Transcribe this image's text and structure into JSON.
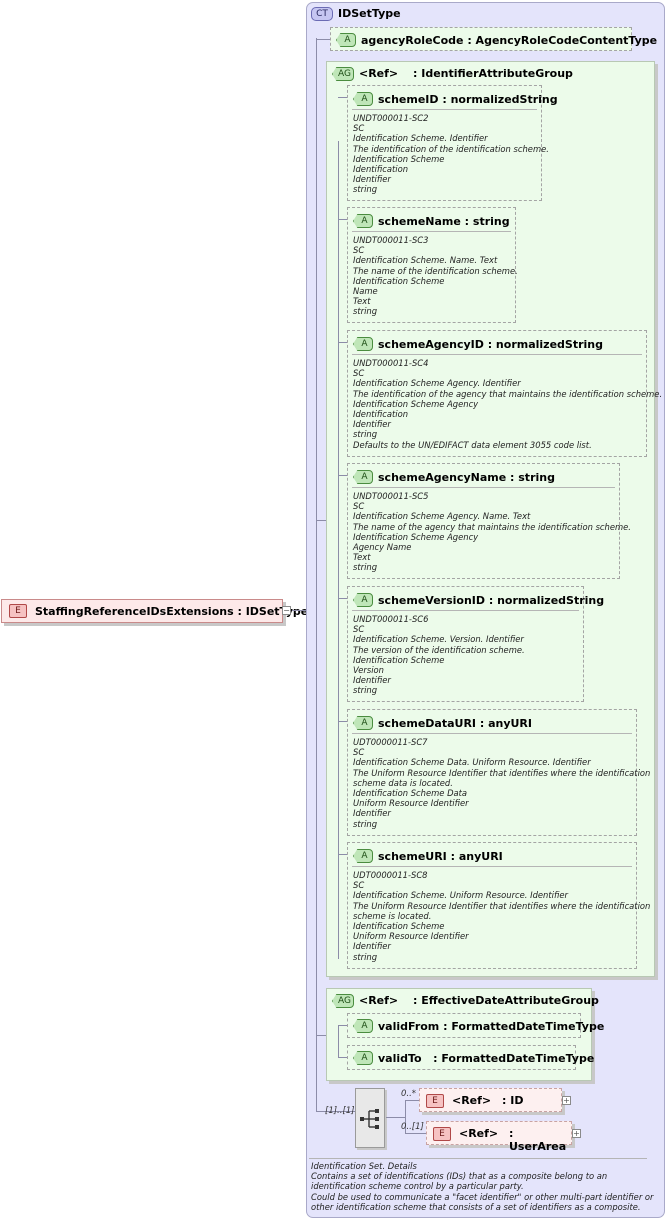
{
  "root_element": {
    "badge": "E",
    "label": "StaffingReferenceIDsExtensions : IDSetType",
    "toggle": "−"
  },
  "complex_type": {
    "badge": "CT",
    "name": "IDSetType"
  },
  "agency_role_code": {
    "badge": "A",
    "label": "agencyRoleCode : AgencyRoleCodeContentType"
  },
  "identifier_group": {
    "badge": "AG",
    "ref": "<Ref>",
    "name": ": IdentifierAttributeGroup",
    "attributes": [
      {
        "label": "schemeID : normalizedString",
        "doc": [
          "UNDT000011-SC2",
          "SC",
          "Identification Scheme. Identifier",
          "The identification of the identification scheme.",
          "Identification Scheme",
          "Identification",
          "Identifier",
          "string"
        ]
      },
      {
        "label": "schemeName : string",
        "doc": [
          "UNDT000011-SC3",
          "SC",
          "Identification Scheme. Name. Text",
          "The name of the identification scheme.",
          "Identification Scheme",
          "Name",
          "Text",
          "string"
        ]
      },
      {
        "label": "schemeAgencyID : normalizedString",
        "doc": [
          "UNDT000011-SC4",
          "SC",
          "Identification Scheme Agency. Identifier",
          "The identification of the agency that maintains the identification scheme.",
          "Identification Scheme Agency",
          "Identification",
          "Identifier",
          "string",
          "Defaults to the UN/EDIFACT data element 3055 code list."
        ]
      },
      {
        "label": "schemeAgencyName : string",
        "doc": [
          "UNDT000011-SC5",
          "SC",
          "Identification Scheme Agency. Name. Text",
          "The name of the agency that maintains the identification scheme.",
          "Identification Scheme Agency",
          "Agency Name",
          "Text",
          "string"
        ]
      },
      {
        "label": "schemeVersionID : normalizedString",
        "doc": [
          "UNDT000011-SC6",
          "SC",
          "Identification Scheme. Version. Identifier",
          "The version of the identification scheme.",
          "Identification Scheme",
          "Version",
          "Identifier",
          "string"
        ]
      },
      {
        "label": "schemeDataURI : anyURI",
        "doc": [
          "UDT0000011-SC7",
          "SC",
          "Identification Scheme Data. Uniform Resource. Identifier",
          "The Uniform Resource Identifier that identifies where the identification",
          "scheme data is located.",
          "Identification Scheme Data",
          "Uniform Resource Identifier",
          "Identifier",
          "string"
        ]
      },
      {
        "label": "schemeURI : anyURI",
        "doc": [
          "UDT0000011-SC8",
          "SC",
          "Identification Scheme. Uniform Resource. Identifier",
          "The Uniform Resource Identifier that identifies where the identification",
          "scheme is located.",
          "Identification Scheme",
          "Uniform Resource Identifier",
          "Identifier",
          "string"
        ]
      }
    ]
  },
  "effective_date_group": {
    "badge": "AG",
    "ref": "<Ref>",
    "name": ": EffectiveDateAttributeGroup",
    "attributes": [
      {
        "label": "validFrom : FormattedDateTimeType"
      },
      {
        "label": "validTo   : FormattedDateTimeType"
      }
    ]
  },
  "sequence": {
    "cardinality": "[1]..[1]",
    "elements": [
      {
        "badge": "E",
        "ref": "<Ref>",
        "name": ": ID",
        "cardinality": "0..*",
        "toggle": "+"
      },
      {
        "badge": "E",
        "ref": "<Ref>",
        "name": ": UserArea",
        "cardinality": "0..[1]",
        "toggle": "+"
      }
    ]
  },
  "type_doc": [
    "Identification Set. Details",
    "Contains a set of identifications (IDs) that as a composite belong to an",
    "identification scheme control by a particular party.",
    "Could be used to communicate a \"facet identifier\" or other multi-part identifier or",
    "other identification scheme that consists of a set of identifiers as a composite."
  ]
}
